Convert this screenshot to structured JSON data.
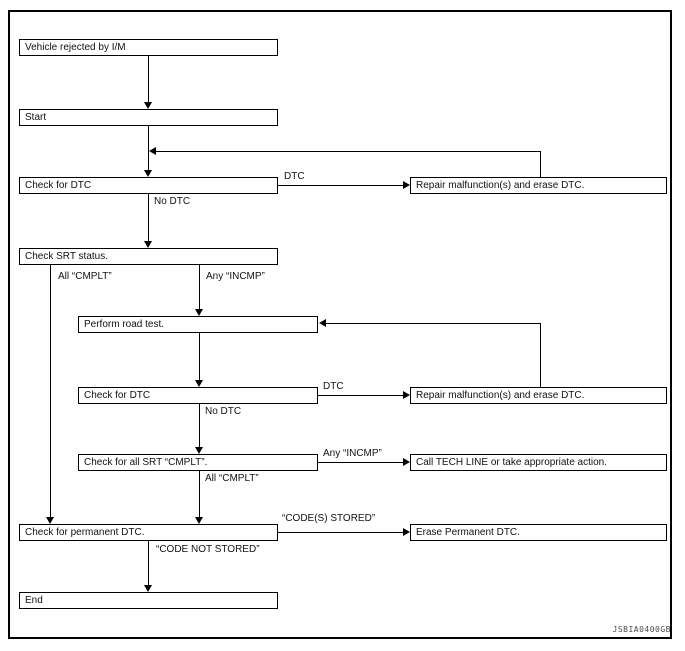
{
  "nodes": [
    {
      "id": "vehicle-rejected",
      "label": "Vehicle rejected by I/M"
    },
    {
      "id": "start",
      "label": "Start"
    },
    {
      "id": "check-dtc-1",
      "label": "Check for DTC"
    },
    {
      "id": "repair-erase-dtc-1",
      "label": "Repair malfunction(s) and erase DTC."
    },
    {
      "id": "check-srt-status",
      "label": "Check SRT status."
    },
    {
      "id": "perform-road-test",
      "label": "Perform road test."
    },
    {
      "id": "check-dtc-2",
      "label": "Check for DTC"
    },
    {
      "id": "repair-erase-dtc-2",
      "label": "Repair malfunction(s) and erase DTC."
    },
    {
      "id": "check-all-srt-cmplt",
      "label": "Check for all SRT “CMPLT”."
    },
    {
      "id": "call-tech-line",
      "label": "Call TECH LINE or take appropriate action."
    },
    {
      "id": "check-permanent-dtc",
      "label": "Check for permanent DTC."
    },
    {
      "id": "erase-permanent-dtc",
      "label": "Erase Permanent DTC."
    },
    {
      "id": "end",
      "label": "End"
    }
  ],
  "edge_labels": [
    {
      "id": "dtc-1",
      "text": "DTC"
    },
    {
      "id": "no-dtc-1",
      "text": "No DTC"
    },
    {
      "id": "all-cmplt-1",
      "text": "All “CMPLT”"
    },
    {
      "id": "any-incmp-1",
      "text": "Any “INCMP”"
    },
    {
      "id": "dtc-2",
      "text": "DTC"
    },
    {
      "id": "no-dtc-2",
      "text": "No DTC"
    },
    {
      "id": "any-incmp-2",
      "text": "Any “INCMP”"
    },
    {
      "id": "all-cmplt-2",
      "text": "All “CMPLT”"
    },
    {
      "id": "codes-stored",
      "text": "“CODE(S) STORED”"
    },
    {
      "id": "code-not-stored",
      "text": "“CODE NOT STORED”"
    }
  ],
  "watermark": "JSBIA0400GB"
}
